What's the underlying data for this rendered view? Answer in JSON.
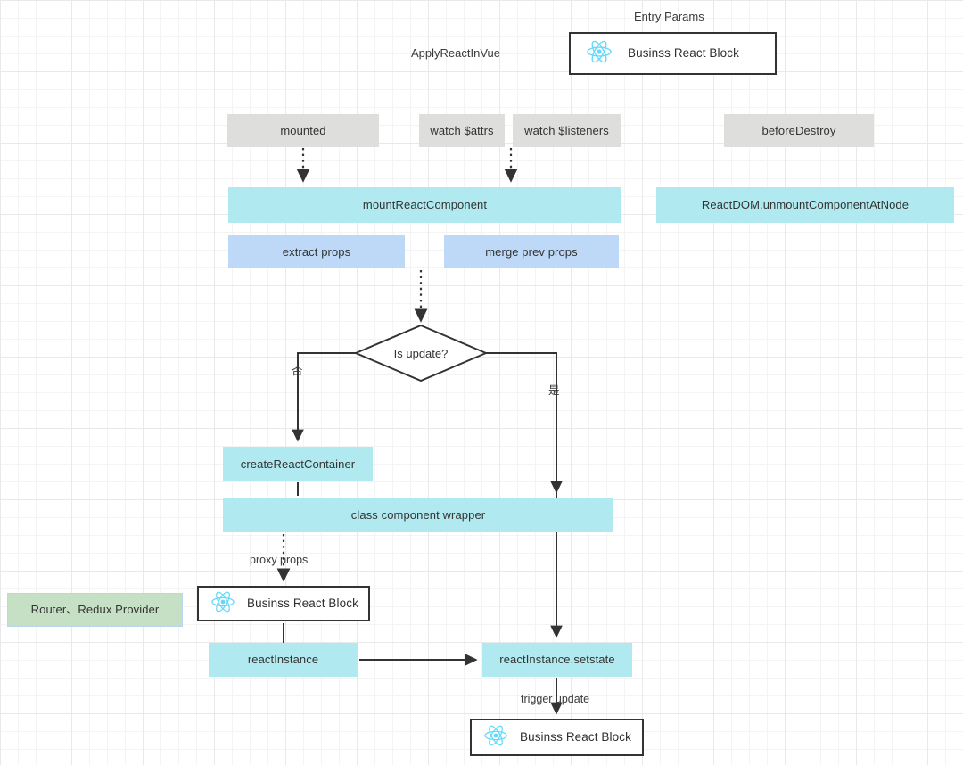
{
  "diagram": {
    "title_labels": [
      {
        "id": "apply-react-in-vue",
        "text": "ApplyReactInVue"
      },
      {
        "id": "entry-params",
        "text": "Entry Params"
      }
    ],
    "nodes": {
      "entry_block": {
        "label": "Businss React Block",
        "icon": "react-logo-icon",
        "style": "white"
      },
      "mounted": {
        "label": "mounted",
        "style": "gray"
      },
      "watch_attrs": {
        "label": "watch $attrs",
        "style": "gray"
      },
      "watch_listeners": {
        "label": "watch $listeners",
        "style": "gray"
      },
      "before_destroy": {
        "label": "beforeDestroy",
        "style": "gray"
      },
      "mount_react_component": {
        "label": "mountReactComponent",
        "style": "cyan"
      },
      "react_dom_unmount": {
        "label": "ReactDOM.unmountComponentAtNode",
        "style": "cyan"
      },
      "extract_props": {
        "label": "extract props",
        "style": "blue"
      },
      "merge_prev_props": {
        "label": "merge prev props",
        "style": "blue"
      },
      "is_update": {
        "label": "Is update?",
        "style": "diamond"
      },
      "create_react_container": {
        "label": "createReactContainer",
        "style": "cyan"
      },
      "class_component_wrapper": {
        "label": "class component wrapper",
        "style": "cyan"
      },
      "router_redux_provider": {
        "label": "Router、Redux Provider",
        "style": "green"
      },
      "business_block_mid": {
        "label": "Businss React Block",
        "icon": "react-logo-icon",
        "style": "white"
      },
      "react_instance": {
        "label": "reactInstance",
        "style": "cyan"
      },
      "react_instance_setstate": {
        "label": "reactInstance.setstate",
        "style": "cyan"
      },
      "business_block_bottom": {
        "label": "Businss React Block",
        "icon": "react-logo-icon",
        "style": "white"
      }
    },
    "edge_labels": {
      "no_branch": "否",
      "yes_branch": "是",
      "proxy_props": "proxy props",
      "trigger_update": "trigger update"
    },
    "colors": {
      "cyan": "#b0e9ef",
      "blue": "#bdd9f7",
      "gray": "#dededd",
      "green": "#c6e0c5",
      "react_logo": "#61dafb",
      "edge": "#333333",
      "grid_minor": "#f4f4f4",
      "grid_major": "#e9e9e9"
    }
  }
}
